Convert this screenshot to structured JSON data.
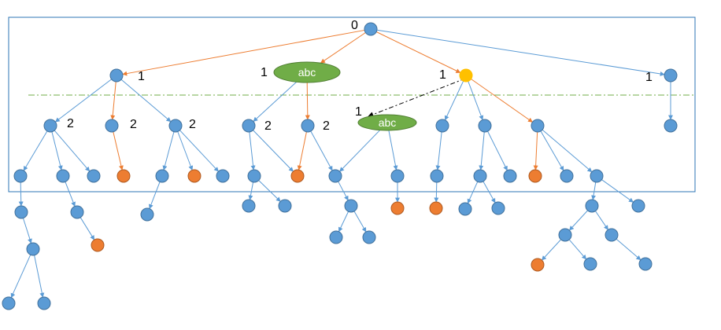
{
  "colors": {
    "blue_node": "#5B9BD5",
    "blue_stroke": "#41719C",
    "orange_node": "#ED7D31",
    "orange_stroke": "#AE5A21",
    "yellow_node": "#FFC000",
    "green_node": "#70AD47",
    "blue_edge": "#5B9BD5",
    "orange_edge": "#ED7D31",
    "box_stroke": "#2E75B6",
    "dash_line": "#70AD47",
    "pointer": "#000000"
  },
  "labels": {
    "root": "0",
    "level1_a": "1",
    "level1_b": "1",
    "level1_c": "1",
    "level1_d": "1",
    "level1_e": "1",
    "level2_a": "2",
    "level2_b": "2",
    "level2_c": "2",
    "level2_d": "2",
    "level2_e": "2",
    "abc_top": "abc",
    "abc_mid": "abc"
  }
}
